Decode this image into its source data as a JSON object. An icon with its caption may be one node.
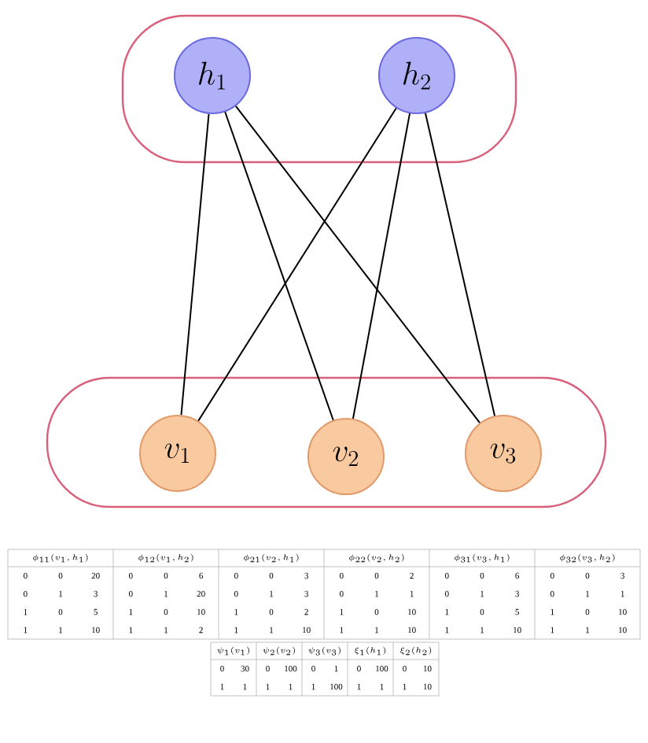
{
  "diagram": {
    "nodes": [
      {
        "text": [],
        "shape": "box"
      },
      {
        "text": [
          "h_1"
        ],
        "in": 0
      },
      {
        "text": [
          "h_2"
        ],
        "in": 0
      },
      {
        "text": [],
        "shape": "box"
      },
      {
        "text": [
          "v_1"
        ],
        "in": 3
      },
      {
        "text": [
          "v_2"
        ],
        "in": 3
      },
      {
        "text": [
          "v_3"
        ],
        "in": 3
      }
    ],
    "edges": [
      {
        "from": 1,
        "to": 4,
        "arrow": "none"
      },
      {
        "from": 1,
        "to": 5,
        "arrow": "none"
      },
      {
        "from": 1,
        "to": 6,
        "arrow": "none"
      },
      {
        "from": 2,
        "to": 4,
        "arrow": "none"
      },
      {
        "from": 2,
        "to": 5,
        "arrow": "none"
      },
      {
        "from": 2,
        "to": 6,
        "arrow": "none"
      }
    ],
    "labels": [
      "\\phi_{11}(v_1,h_1)",
      "\\phi_{12}(v_1,h_2)",
      "\\phi_{21}(v_2,h_1)",
      "\\phi_{22}(v_2,h_2)",
      "\\phi_{31}(v_3,h_1)",
      "\\phi_{32}(v_3,h_2)",
      "0",
      "0",
      "20",
      "0",
      "0",
      "6",
      "0",
      "0",
      "3",
      "0",
      "0",
      "2",
      "0",
      "0",
      "6",
      "0",
      "0",
      "3",
      "0",
      "1",
      "3",
      "0",
      "1",
      "20",
      "0",
      "1",
      "3",
      "0",
      "1",
      "1",
      "0",
      "1",
      "3",
      "0",
      "1",
      "1",
      "1",
      "0",
      "5",
      "1",
      "0",
      "10",
      "1",
      "0",
      "2",
      "1",
      "0",
      "10",
      "1",
      "0",
      "5",
      "1",
      "0",
      "10",
      "1",
      "1",
      "10",
      "1",
      "1",
      "2",
      "1",
      "1",
      "10",
      "1",
      "1",
      "10",
      "1",
      "1",
      "10",
      "1",
      "1",
      "10",
      "\\psi_1(v_1)",
      "\\psi_2(v_2)",
      "\\psi_3(v_3)",
      "\\xi_1(h_1)",
      "\\xi_2(h_2)",
      "0",
      "30",
      "0",
      "100",
      "0",
      "1",
      "0",
      "100",
      "0",
      "10",
      "1",
      "1",
      "1",
      "1",
      "1",
      "100",
      "1",
      "1",
      "1",
      "10"
    ]
  }
}
